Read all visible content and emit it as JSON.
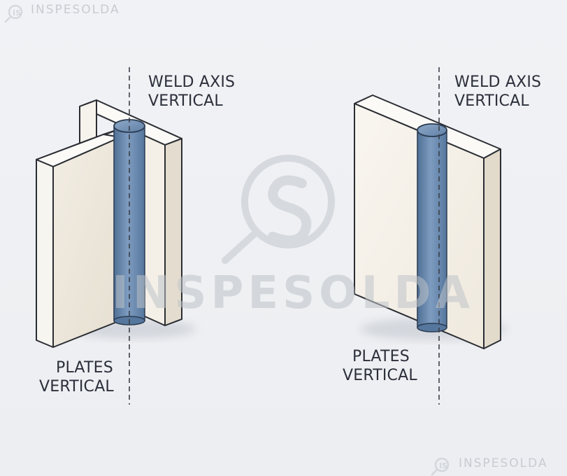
{
  "watermark": {
    "brand": "INSPESOLDA",
    "mark": "IS"
  },
  "diagrams": [
    {
      "axis_label_line1": "WELD AXIS",
      "axis_label_line2": "VERTICAL",
      "plates_label_line1": "PLATES",
      "plates_label_line2": "VERTICAL"
    },
    {
      "axis_label_line1": "WELD AXIS",
      "axis_label_line2": "VERTICAL",
      "plates_label_line1": "PLATES",
      "plates_label_line2": "VERTICAL"
    }
  ],
  "colors": {
    "background": "#eef0f3",
    "plate_face": "#f7f5f0",
    "plate_side": "#e2dccf",
    "weld": "#6f8fb3",
    "weld_dark": "#4f6f94",
    "outline": "#2a2d33"
  }
}
